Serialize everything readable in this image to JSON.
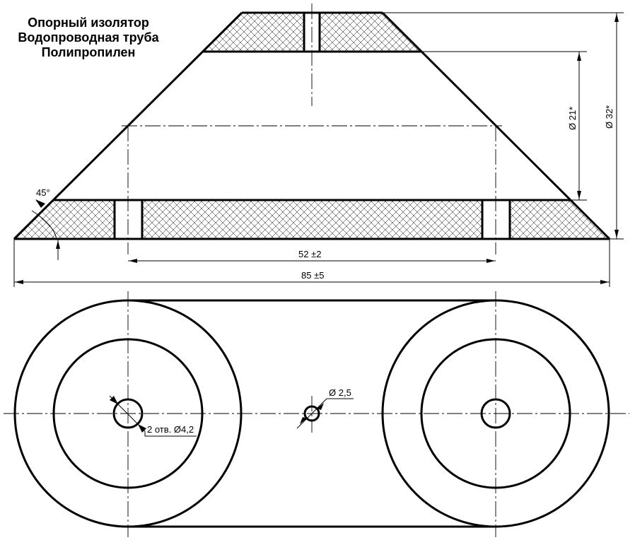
{
  "title": {
    "line1": "Опорный изолятор",
    "line2": "Водопроводная труба",
    "line3": "Полипропилен"
  },
  "dimensions": {
    "angle": "45°",
    "inner_diameter": "Ø 21*",
    "outer_diameter": "Ø 32*",
    "hole_spacing": "52 ±2",
    "overall_length": "85 ±5",
    "small_hole": "Ø 2,5",
    "mount_holes": "2 отв. Ø4,2"
  },
  "colors": {
    "line": "#000000",
    "background": "#ffffff"
  }
}
